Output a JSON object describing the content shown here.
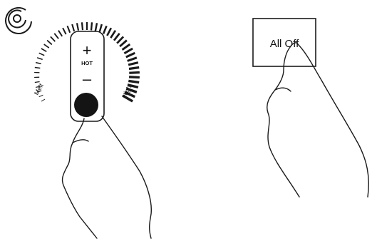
{
  "control_panel": {
    "dial": {
      "plus_symbol": "+",
      "minus_symbol": "–",
      "center_label": "HOT",
      "min_label": "Melt",
      "max_label": "High",
      "icon": "burner-element-icon"
    },
    "all_off_button": {
      "label": "All Off"
    }
  },
  "colors": {
    "ink": "#1a1a1a",
    "background": "#ffffff"
  }
}
